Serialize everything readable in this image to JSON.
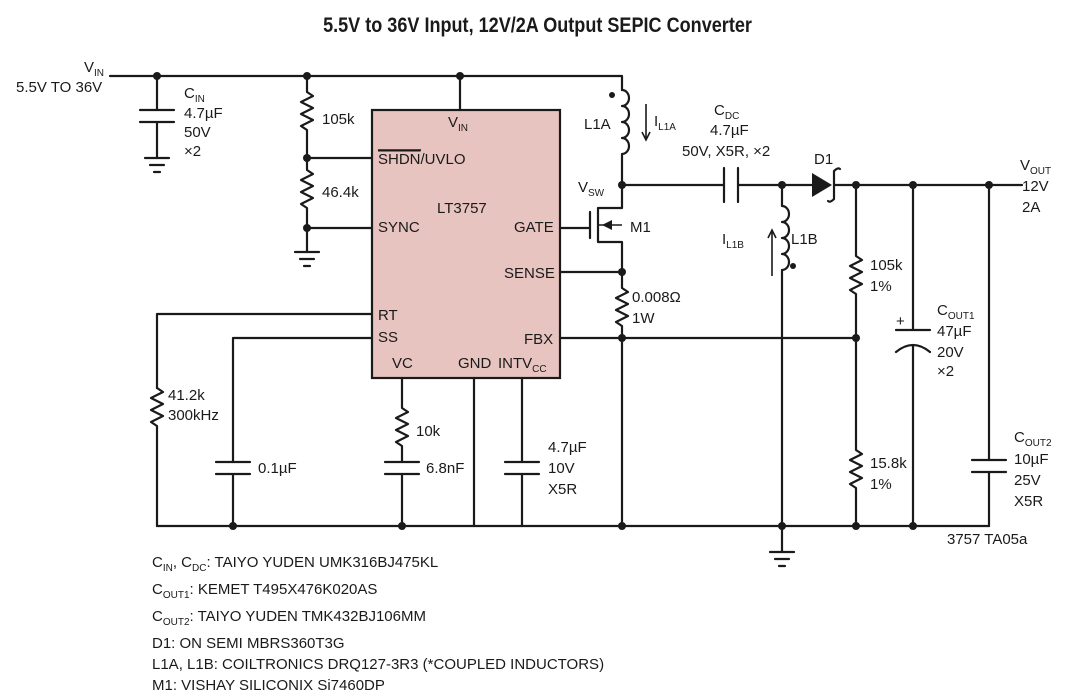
{
  "title": "5.5V to 36V Input, 12V/2A Output SEPIC Converter",
  "chip": {
    "name": "LT3757",
    "fill": "#e8c4c0",
    "pins": {
      "vin": "V",
      "vin_sub": "IN",
      "shdn": "SHDN",
      "uvlo": "/UVLO",
      "sync": "SYNC",
      "rt": "RT",
      "ss": "SS",
      "vc": "VC",
      "gnd": "GND",
      "intvcc": "INTV",
      "intvcc_sub": "CC",
      "gate": "GATE",
      "sense": "SENSE",
      "fbx": "FBX"
    }
  },
  "labels": {
    "vin_v": "V",
    "vin_sub": "IN",
    "vin_range": "5.5V TO 36V",
    "cin_c": "C",
    "cin_sub": "IN",
    "cin_val": "4.7µF",
    "cin_v": "50V",
    "cin_x": "×2",
    "r105k": "105k",
    "r464k": "46.4k",
    "l1a": "L1A",
    "il1a": "I",
    "il1a_sub": "L1A",
    "cdc_c": "C",
    "cdc_sub": "DC",
    "cdc_val": "4.7µF",
    "cdc_v": "50V, X5R, ×2",
    "vsw": "V",
    "vsw_sub": "SW",
    "m1": "M1",
    "d1": "D1",
    "l1b": "L1B",
    "il1b": "I",
    "il1b_sub": "L1B",
    "vout_v": "V",
    "vout_sub": "OUT",
    "vout_volt": "12V",
    "vout_amp": "2A",
    "rsense": "0.008Ω",
    "rsense_w": "1W",
    "rfb1": "105k",
    "rfb1_tol": "1%",
    "rfb2": "15.8k",
    "rfb2_tol": "1%",
    "cout1_c": "C",
    "cout1_sub": "OUT1",
    "cout1_val": "47µF",
    "cout1_v": "20V",
    "cout1_x": "×2",
    "cout1_plus": "+",
    "cout2_c": "C",
    "cout2_sub": "OUT2",
    "cout2_val": "10µF",
    "cout2_v": "25V",
    "cout2_x": "X5R",
    "rt_val": "41.2k",
    "rt_freq": "300kHz",
    "css": "0.1µF",
    "rc": "10k",
    "cc": "6.8nF",
    "cvcc": "4.7µF",
    "cvcc_v": "10V",
    "cvcc_x": "X5R",
    "fig_id": "3757 TA05a"
  },
  "notes": [
    {
      "pre": "C",
      "sub": "IN",
      "mid": ", C",
      "sub2": "DC",
      "text": ": TAIYO YUDEN UMK316BJ475KL"
    },
    {
      "pre": "C",
      "sub": "OUT1",
      "mid": "",
      "sub2": "",
      "text": ": KEMET T495X476K020AS"
    },
    {
      "pre": "C",
      "sub": "OUT2",
      "mid": "",
      "sub2": "",
      "text": ": TAIYO YUDEN TMK432BJ106MM"
    },
    {
      "pre": "D1: ON SEMI MBRS360T3G",
      "sub": "",
      "mid": "",
      "sub2": "",
      "text": ""
    },
    {
      "pre": "L1A, L1B: COILTRONICS DRQ127-3R3 (*COUPLED INDUCTORS)",
      "sub": "",
      "mid": "",
      "sub2": "",
      "text": ""
    },
    {
      "pre": "M1: VISHAY SILICONIX Si7460DP",
      "sub": "",
      "mid": "",
      "sub2": "",
      "text": ""
    }
  ]
}
